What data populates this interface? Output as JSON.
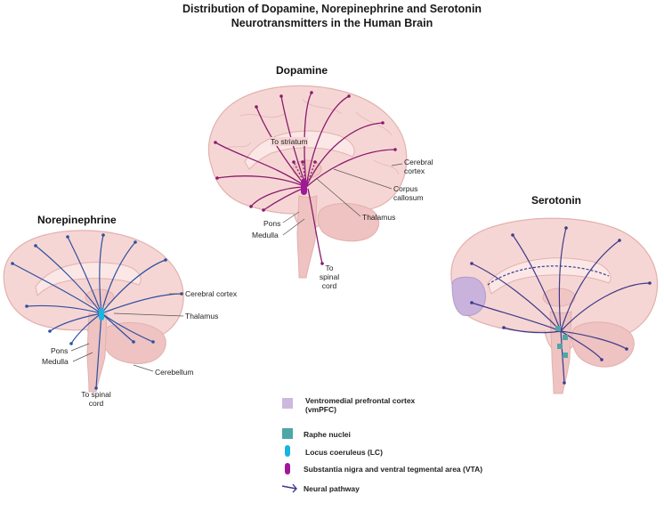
{
  "title": {
    "line1": "Distribution of Dopamine, Norepinephrine and Serotonin",
    "line2": "Neurotransmitters in the Human Brain"
  },
  "dopamine": {
    "heading": "Dopamine",
    "labels": {
      "to_striatum": "To striatum",
      "cerebral_cortex_1": "Cerebral",
      "cerebral_cortex_2": "cortex",
      "corpus_callosum_1": "Corpus",
      "corpus_callosum_2": "callosum",
      "thalamus": "Thalamus",
      "pons": "Pons",
      "medulla": "Medulla",
      "to_spinal_1": "To",
      "to_spinal_2": "spinal",
      "to_spinal_3": "cord"
    }
  },
  "norepinephrine": {
    "heading": "Norepinephrine",
    "labels": {
      "cerebral_cortex": "Cerebral cortex",
      "thalamus": "Thalamus",
      "pons": "Pons",
      "medulla": "Medulla",
      "cerebellum": "Cerebellum",
      "to_spinal_1": "To spinal",
      "to_spinal_2": "cord"
    }
  },
  "serotonin": {
    "heading": "Serotonin"
  },
  "legend": {
    "items": [
      {
        "label_1": "Ventromedial prefrontal cortex",
        "label_2": "(vmPFC)",
        "color": "#cdb8e0",
        "icon": "square"
      },
      {
        "label_1": "Raphe nuclei",
        "label_2": "",
        "color": "#4fa6a6",
        "icon": "square"
      },
      {
        "label_1": "Locus coeruleus (LC)",
        "label_2": "",
        "color": "#19b4e0",
        "icon": "pill"
      },
      {
        "label_1": "Substantia nigra and ventral tegmental area (VTA)",
        "label_2": "",
        "color": "#a0179a",
        "icon": "pill"
      },
      {
        "label_1": "Neural pathway",
        "label_2": "",
        "color": "#3d3a8a",
        "icon": "pathway"
      }
    ]
  },
  "colors": {
    "brain_fill": "#f5d3d1",
    "brain_stroke": "#e2b1ae",
    "dopamine_path": "#8a1b6e",
    "norepinephrine_path": "#2d4fa0",
    "serotonin_path": "#3d3a8a"
  }
}
